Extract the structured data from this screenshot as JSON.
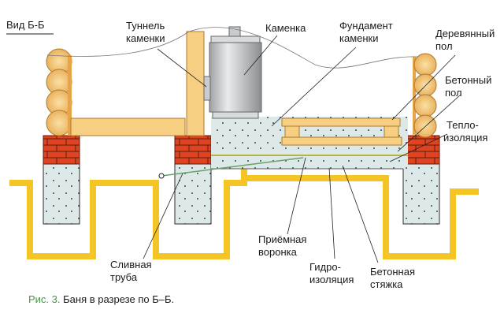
{
  "view_title": "Вид Б-Б",
  "caption": {
    "number": "Рис. 3.",
    "text": "Баня в разрезе по Б–Б."
  },
  "labels": {
    "tunnel": [
      "Туннель",
      "каменки"
    ],
    "stove": [
      "Каменка"
    ],
    "stove_foundation": [
      "Фундамент",
      "каменки"
    ],
    "wooden_floor": [
      "Деревянный",
      "пол"
    ],
    "concrete_floor": [
      "Бетонный",
      "пол"
    ],
    "insulation": [
      "Тепло-",
      "изоляция"
    ],
    "drain_pipe": [
      "Сливная",
      "труба"
    ],
    "funnel": [
      "Приёмная",
      "воронка"
    ],
    "waterproofing": [
      "Гидро-",
      "изоляция"
    ],
    "screed": [
      "Бетонная",
      "стяжка"
    ]
  },
  "colors": {
    "brick": "#e0431f",
    "wood": "#f6cf83",
    "concrete": "#dce9e8",
    "trench": "#f5c526",
    "stove": "#c9ccce",
    "caption_accent": "#3f9a3f"
  }
}
